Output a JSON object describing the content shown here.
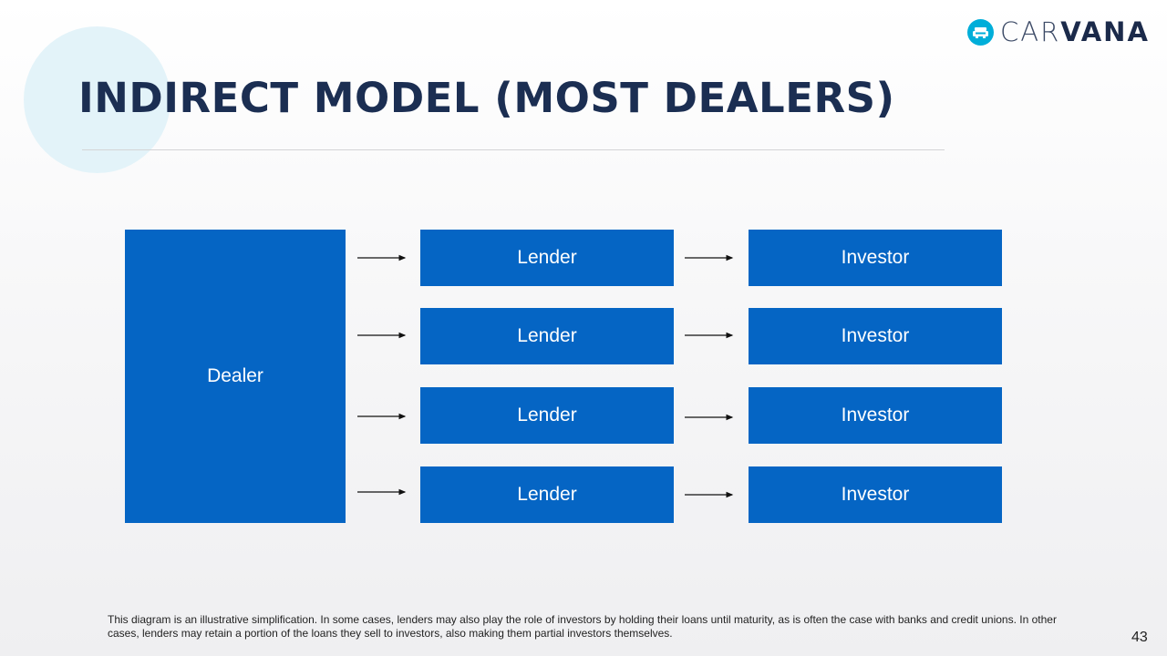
{
  "brand": {
    "name_light": "CAR",
    "name_bold": "VANA",
    "logo_icon": "car-icon",
    "accent_color": "#00aed9",
    "navy_color": "#1b2e52",
    "box_color": "#0565c4"
  },
  "slide": {
    "title": "INDIRECT MODEL (MOST DEALERS)",
    "page_number": "43",
    "footnote": "This diagram is an illustrative simplification. In some cases, lenders may also play the role of investors by holding their loans until maturity, as is often the case with banks and credit unions. In other cases, lenders may retain a portion of the loans they sell to investors, also making them partial investors themselves."
  },
  "diagram": {
    "dealer": "Dealer",
    "rows": [
      {
        "lender": "Lender",
        "investor": "Investor"
      },
      {
        "lender": "Lender",
        "investor": "Investor"
      },
      {
        "lender": "Lender",
        "investor": "Investor"
      },
      {
        "lender": "Lender",
        "investor": "Investor"
      }
    ]
  }
}
